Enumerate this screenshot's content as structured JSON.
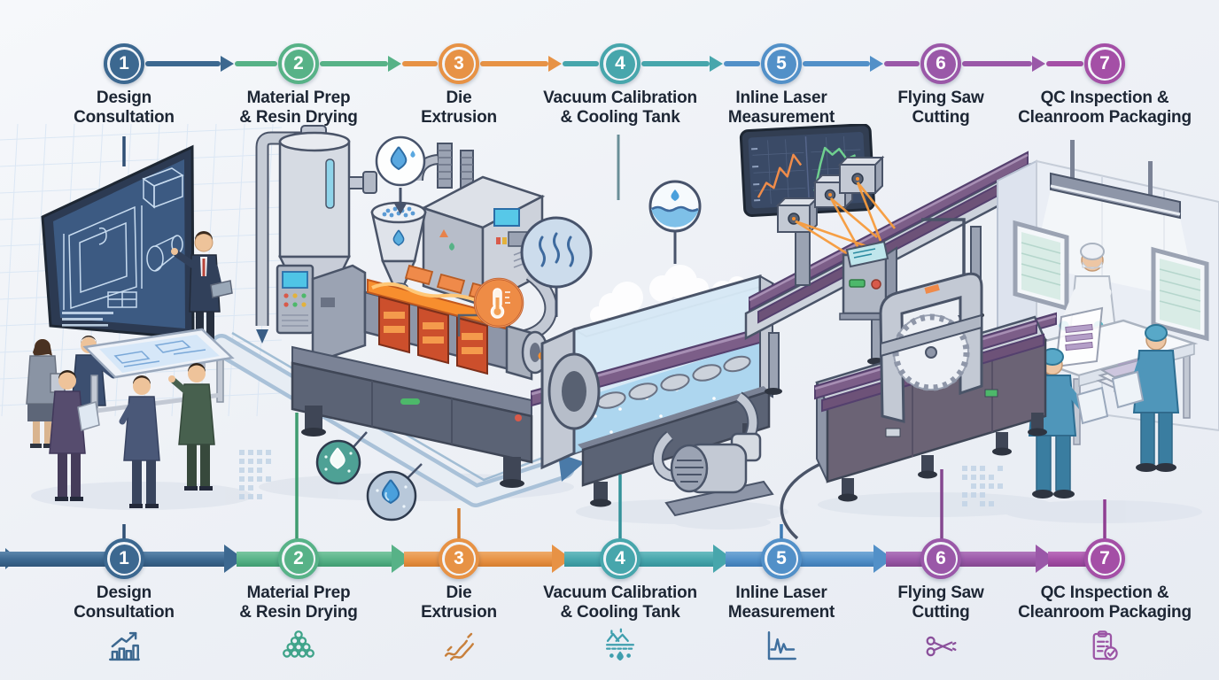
{
  "background": {
    "top": "#f6f8fb",
    "bottom": "#e7ebf2"
  },
  "text_color": "#1d2634",
  "steps": [
    {
      "number": "1",
      "label_line1": "Design",
      "label_line2": "Consultation",
      "color": "#3c6890",
      "color_light": "#5d87ac",
      "color_dark": "#2f5579",
      "icon": "bar-chart-growth-icon",
      "icon_color": "#3c6890"
    },
    {
      "number": "2",
      "label_line1": "Material Prep",
      "label_line2": "& Resin Drying",
      "color": "#57b287",
      "color_light": "#79c6a0",
      "color_dark": "#3f9c70",
      "icon": "resin-pellets-icon",
      "icon_color": "#3fa389"
    },
    {
      "number": "3",
      "label_line1": "Die",
      "label_line2": "Extrusion",
      "color": "#e79245",
      "color_light": "#eeaa6a",
      "color_dark": "#d57d2e",
      "icon": "extruded-profile-icon",
      "icon_color": "#c8803c"
    },
    {
      "number": "4",
      "label_line1": "Vacuum Calibration",
      "label_line2": "& Cooling Tank",
      "color": "#47a6ac",
      "color_light": "#6abbc0",
      "color_dark": "#35929a",
      "icon": "cooling-water-icon",
      "icon_color": "#3f9fae"
    },
    {
      "number": "5",
      "label_line1": "Inline Laser",
      "label_line2": "Measurement",
      "color": "#5290c8",
      "color_light": "#74a8d6",
      "color_dark": "#3d7ab4",
      "icon": "measurement-waveform-icon",
      "icon_color": "#3f6f9e"
    },
    {
      "number": "6",
      "label_line1": "Flying Saw",
      "label_line2": "Cutting",
      "color": "#9a58a8",
      "color_light": "#b077bc",
      "color_dark": "#84478f",
      "icon": "scissors-icon",
      "icon_color": "#8a4f9b"
    },
    {
      "number": "7",
      "label_line1": "QC Inspection &",
      "label_line2": "Cleanroom Packaging",
      "color": "#a44fa6",
      "color_light": "#bb6fbc",
      "color_dark": "#8f3e92",
      "icon": "clipboard-check-icon",
      "icon_color": "#9b55a5"
    }
  ],
  "illustration": {
    "scenes": [
      {
        "name": "design-consultation-scene",
        "items": [
          "blueprint-grid",
          "blueprint-screen",
          "presenter",
          "meeting-table",
          "team-members"
        ]
      },
      {
        "name": "resin-drying-scene",
        "items": [
          "drying-silo",
          "feed-pipe",
          "dryer-unit",
          "resin-hopper",
          "control-cabinet"
        ]
      },
      {
        "name": "die-extrusion-scene",
        "items": [
          "extruder-barrel",
          "heater-bands",
          "molten-polymer",
          "die-head",
          "machine-base"
        ]
      },
      {
        "name": "cooling-tank-scene",
        "items": [
          "vacuum-cooling-tank",
          "extruded-profile",
          "support-rollers",
          "steam",
          "vacuum-pump"
        ]
      },
      {
        "name": "laser-measurement-scene",
        "items": [
          "measurement-monitor",
          "laser-sensors",
          "laser-beams",
          "conveyor",
          "control-pedestal"
        ]
      },
      {
        "name": "flying-saw-scene",
        "items": [
          "saw-gantry",
          "circular-saw-blade",
          "cutting-bed"
        ]
      },
      {
        "name": "cleanroom-scene",
        "items": [
          "cleanroom-walls",
          "hepa-filter-panels",
          "ceiling-light",
          "operators",
          "packing-table",
          "packaged-profiles"
        ]
      }
    ],
    "badges": [
      "droplet-badge",
      "teal-droplet-badge",
      "blue-droplet-badge",
      "thermometer-badge",
      "steam-badge",
      "water-level-badge"
    ],
    "accent_colors": {
      "profile_purple": "#7c5e88",
      "molten_orange": "#f78e2e",
      "laser_orange": "#f79b3c",
      "water_blue": "#a9d4ee"
    }
  }
}
